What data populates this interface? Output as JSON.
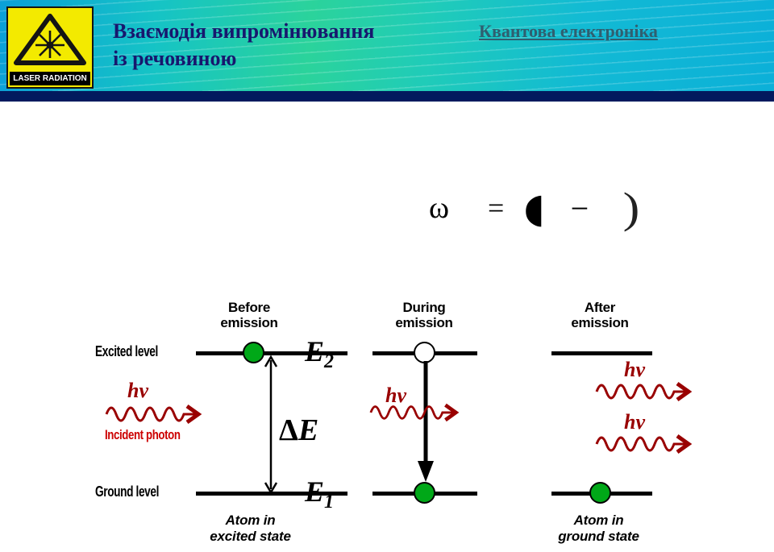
{
  "header": {
    "title_line1": "Взаємодія випромінювання",
    "title_line2": "із речовиною",
    "course_label": "Квантова електроніка",
    "laser_sign_text": "LASER RADIATION",
    "colors": {
      "banner_navy": "#021a5e",
      "sign_yellow": "#f3ea00"
    }
  },
  "equation": {
    "omega": "ω",
    "equals": "=",
    "left_paren": "◖",
    "minus": "−",
    "right_paren": ")"
  },
  "diagram": {
    "columns": [
      {
        "title_line1": "Before",
        "title_line2": "emission"
      },
      {
        "title_line1": "During",
        "title_line2": "emission"
      },
      {
        "title_line1": "After",
        "title_line2": "emission"
      }
    ],
    "levels": {
      "excited": "Excited level",
      "ground": "Ground level"
    },
    "energies": {
      "e2_symbol": "E",
      "e2_sub": "2",
      "e1_symbol": "E",
      "e1_sub": "1",
      "delta_symbol": "Δ",
      "delta_e": "E"
    },
    "photon_label": "hν",
    "incident_photon_label": "Incident photon",
    "captions": {
      "left_line1": "Atom in",
      "left_line2": "excited state",
      "right_line1": "Atom in",
      "right_line2": "ground state"
    },
    "colors": {
      "photon_red": "#990000",
      "atom_green": "#00a818"
    }
  }
}
